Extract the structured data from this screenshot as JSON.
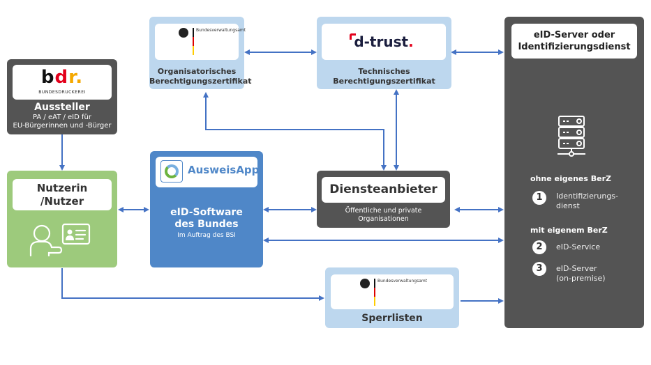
{
  "boxes": {
    "aussteller": {
      "logo_text": "bdr.",
      "logo_subtext": "BUNDESDRUCKEREI",
      "title": "Aussteller",
      "line1": "PA / eAT / eID für",
      "line2": "EU-Bürgerinnen und -Bürger"
    },
    "org_cert": {
      "logo_name": "Bundesverwaltungsamt",
      "line1": "Organisatorisches",
      "line2": "Berechtigungszertifikat"
    },
    "tech_cert": {
      "logo_text": "d-trust",
      "logo_dot": ".",
      "line1": "Technisches",
      "line2": "Berechtigungszertifikat"
    },
    "eid_server": {
      "title_line1": "eID-Server oder",
      "title_line2": "Identifizierungsdienst",
      "section1_heading": "ohne eigenes BerZ",
      "section2_heading": "mit eigenem BerZ",
      "items": [
        {
          "number": "1",
          "line1": "Identifizierungs-",
          "line2": "dienst"
        },
        {
          "number": "2",
          "line1": "eID-Service",
          "line2": ""
        },
        {
          "number": "3",
          "line1": "eID-Server",
          "line2": "(on-premise)"
        }
      ]
    },
    "nutzer": {
      "title_line1": "Nutzerin",
      "title_line2": "/Nutzer"
    },
    "ausweisapp": {
      "logo_text": "AusweisApp",
      "title_line1": "eID-Software",
      "title_line2": "des Bundes",
      "subtitle": "Im Auftrag des BSI"
    },
    "diensteanbieter": {
      "title": "Diensteanbieter",
      "line1": "Öffentliche und private",
      "line2": "Organisationen"
    },
    "sperrlisten": {
      "logo_name": "Bundesverwaltungsamt",
      "title": "Sperrlisten"
    }
  },
  "colors": {
    "light_blue": "#bdd7ee",
    "dark_gray": "#545454",
    "green": "#9dca7c",
    "blue": "#4f87c8",
    "arrow": "#4472c4"
  }
}
